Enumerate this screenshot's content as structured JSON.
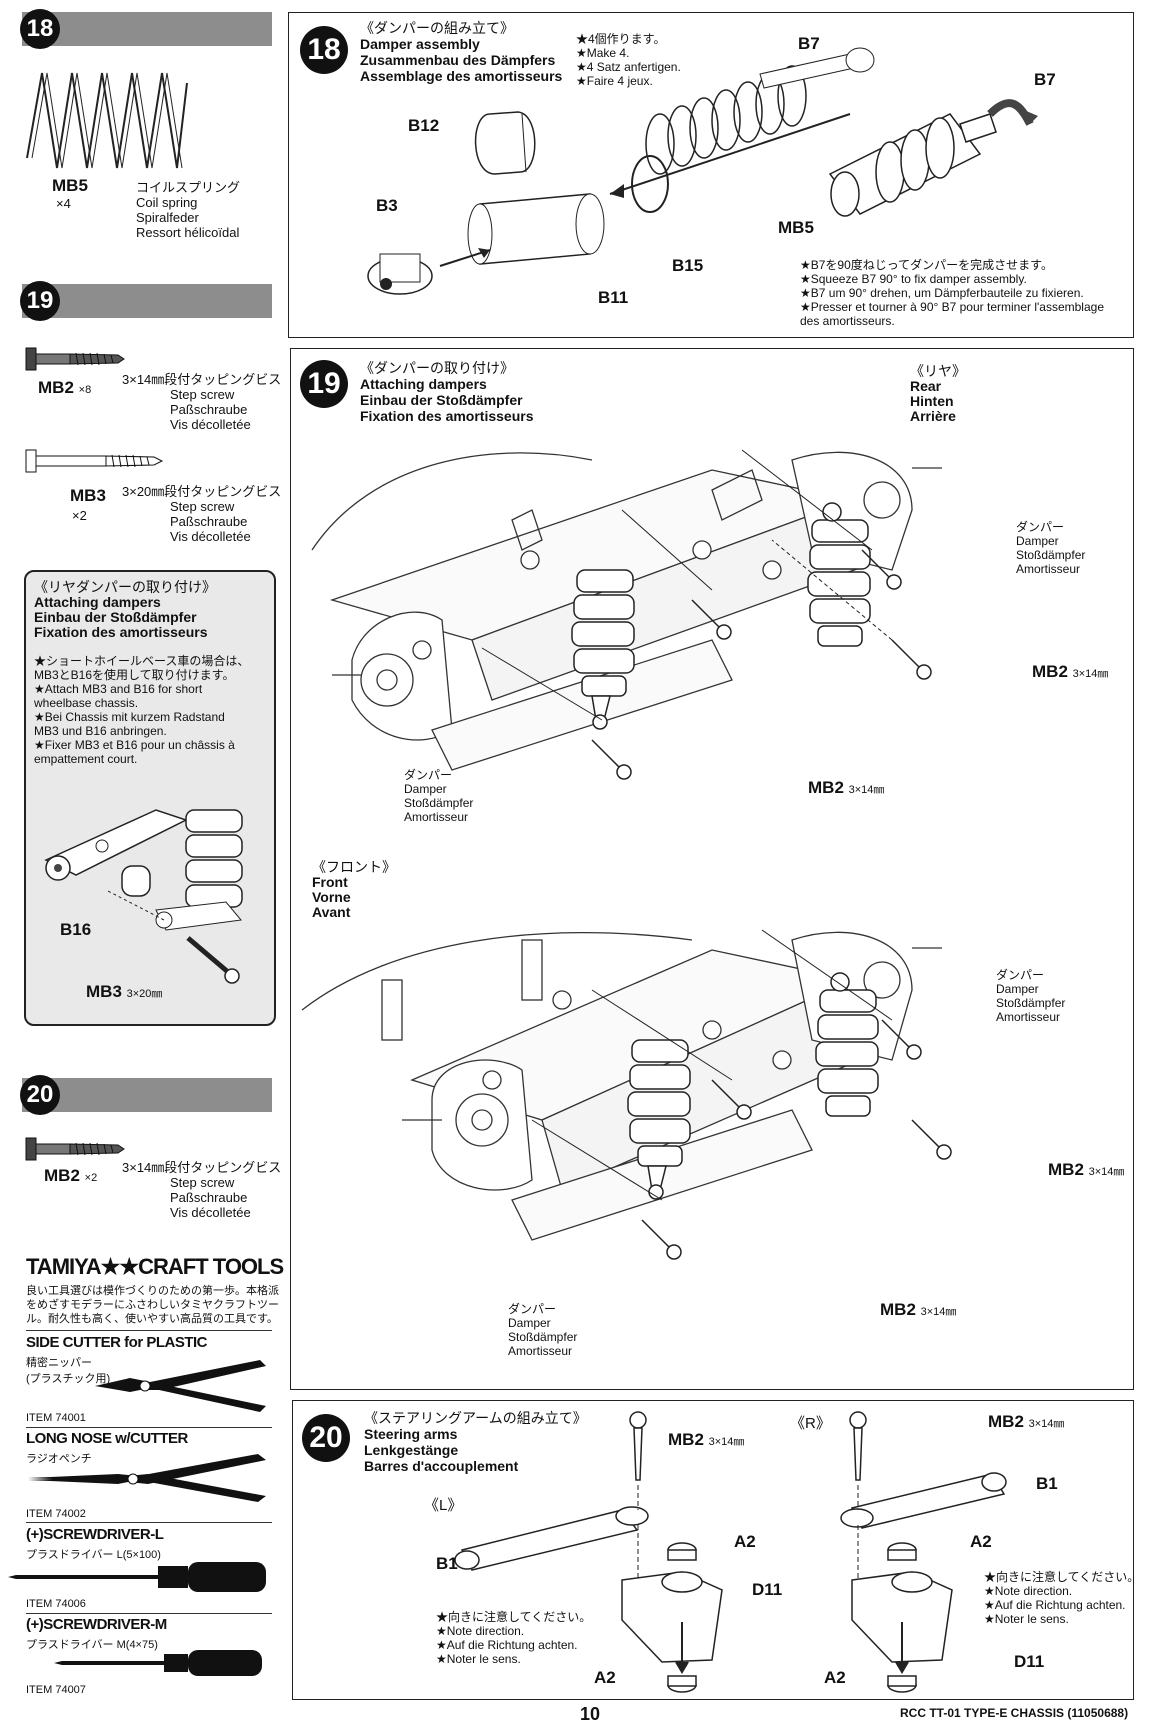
{
  "left": {
    "step18": {
      "num": "18",
      "part": "MB5",
      "qty": "×4",
      "names": [
        "コイルスプリング",
        "Coil spring",
        "Spiralfeder",
        "Ressort hélicoïdal"
      ]
    },
    "step19": {
      "num": "19",
      "parts": [
        {
          "name": "MB2",
          "qty": "×8",
          "size": "3×14㎜段付タッピングビス",
          "desc": [
            "Step screw",
            "Paßschraube",
            "Vis décolletée"
          ]
        },
        {
          "name": "MB3",
          "qty": "×2",
          "size": "3×20㎜段付タッピングビス",
          "desc": [
            "Step screw",
            "Paßschraube",
            "Vis décolletée"
          ]
        }
      ]
    },
    "rear_box": {
      "title_jp": "《リヤダンパーの取り付け》",
      "title": [
        "Attaching dampers",
        "Einbau der Stoßdämpfer",
        "Fixation des amortisseurs"
      ],
      "notes": [
        "★ショートホイールベース車の場合は、",
        "MB3とB16を使用して取り付けます。",
        "★Attach MB3 and B16 for short",
        "wheelbase chassis.",
        "★Bei Chassis mit kurzem Radstand",
        "MB3 und B16 anbringen.",
        "★Fixer MB3 et B16 pour un châssis à",
        "empattement court."
      ],
      "b16": "B16",
      "mb3": "MB3",
      "mb3_size": "3×20㎜"
    },
    "step20": {
      "num": "20",
      "part": "MB2",
      "qty": "×2",
      "size": "3×14㎜段付タッピングビス",
      "desc": [
        "Step screw",
        "Paßschraube",
        "Vis décolletée"
      ]
    },
    "tools": {
      "brand": "TAMIYA★★CRAFT TOOLS",
      "intro": [
        "良い工具選びは模作づくりのための第一歩。本格派",
        "をめざすモデラーにふさわしいタミヤクラフトツー",
        "ル。耐久性も高く、使いやすい高品質の工具です。"
      ],
      "items": [
        {
          "title": "SIDE CUTTER for PLASTIC",
          "sub": [
            "精密ニッパー",
            "(プラスチック用)"
          ],
          "item": "ITEM 74001"
        },
        {
          "title": "LONG NOSE w/CUTTER",
          "sub": [
            "ラジオペンチ"
          ],
          "item": "ITEM 74002"
        },
        {
          "title": "(+)SCREWDRIVER-L",
          "sub": [
            "プラスドライバー L(5×100)"
          ],
          "item": "ITEM 74006"
        },
        {
          "title": "(+)SCREWDRIVER-M",
          "sub": [
            "プラスドライバー M(4×75)"
          ],
          "item": "ITEM 74007"
        }
      ]
    }
  },
  "step18": {
    "num": "18",
    "title_jp": "《ダンパーの組み立て》",
    "title": [
      "Damper assembly",
      "Zusammenbau des Dämpfers",
      "Assemblage des amortisseurs"
    ],
    "make": [
      "★4個作ります。",
      "★Make 4.",
      "★4 Satz anfertigen.",
      "★Faire 4 jeux."
    ],
    "labels": {
      "b7a": "B7",
      "b7b": "B7",
      "b12": "B12",
      "b3": "B3",
      "mb5": "MB5",
      "b15": "B15",
      "b11": "B11"
    },
    "twist": [
      "★B7を90度ねじってダンパーを完成させます。",
      "★Squeeze B7 90° to fix damper assembly.",
      "★B7 um 90° drehen, um Dämpferbauteile zu fixieren.",
      "★Presser et tourner à 90° B7 pour terminer l'assemblage",
      "des amortisseurs."
    ]
  },
  "step19": {
    "num": "19",
    "title_jp": "《ダンパーの取り付け》",
    "title": [
      "Attaching dampers",
      "Einbau der Stoßdämpfer",
      "Fixation des amortisseurs"
    ],
    "rear": [
      "《リヤ》",
      "Rear",
      "Hinten",
      "Arrière"
    ],
    "front": [
      "《フロント》",
      "Front",
      "Vorne",
      "Avant"
    ],
    "damper": [
      "ダンパー",
      "Damper",
      "Stoßdämpfer",
      "Amortisseur"
    ],
    "mb2": "MB2",
    "mb2_size": "3×14㎜"
  },
  "step20": {
    "num": "20",
    "title_jp": "《ステアリングアームの組み立て》",
    "title": [
      "Steering arms",
      "Lenkgestänge",
      "Barres d'accouplement"
    ],
    "left_tag": "《L》",
    "right_tag": "《R》",
    "mb2": "MB2",
    "mb2_size": "3×14㎜",
    "b1": "B1",
    "a2": "A2",
    "d11": "D11",
    "note": [
      "★向きに注意してください。",
      "★Note direction.",
      "★Auf die Richtung achten.",
      "★Noter le sens."
    ]
  },
  "footer": {
    "page": "10",
    "doc": "RCC TT-01 TYPE-E CHASSIS (11050688)"
  }
}
